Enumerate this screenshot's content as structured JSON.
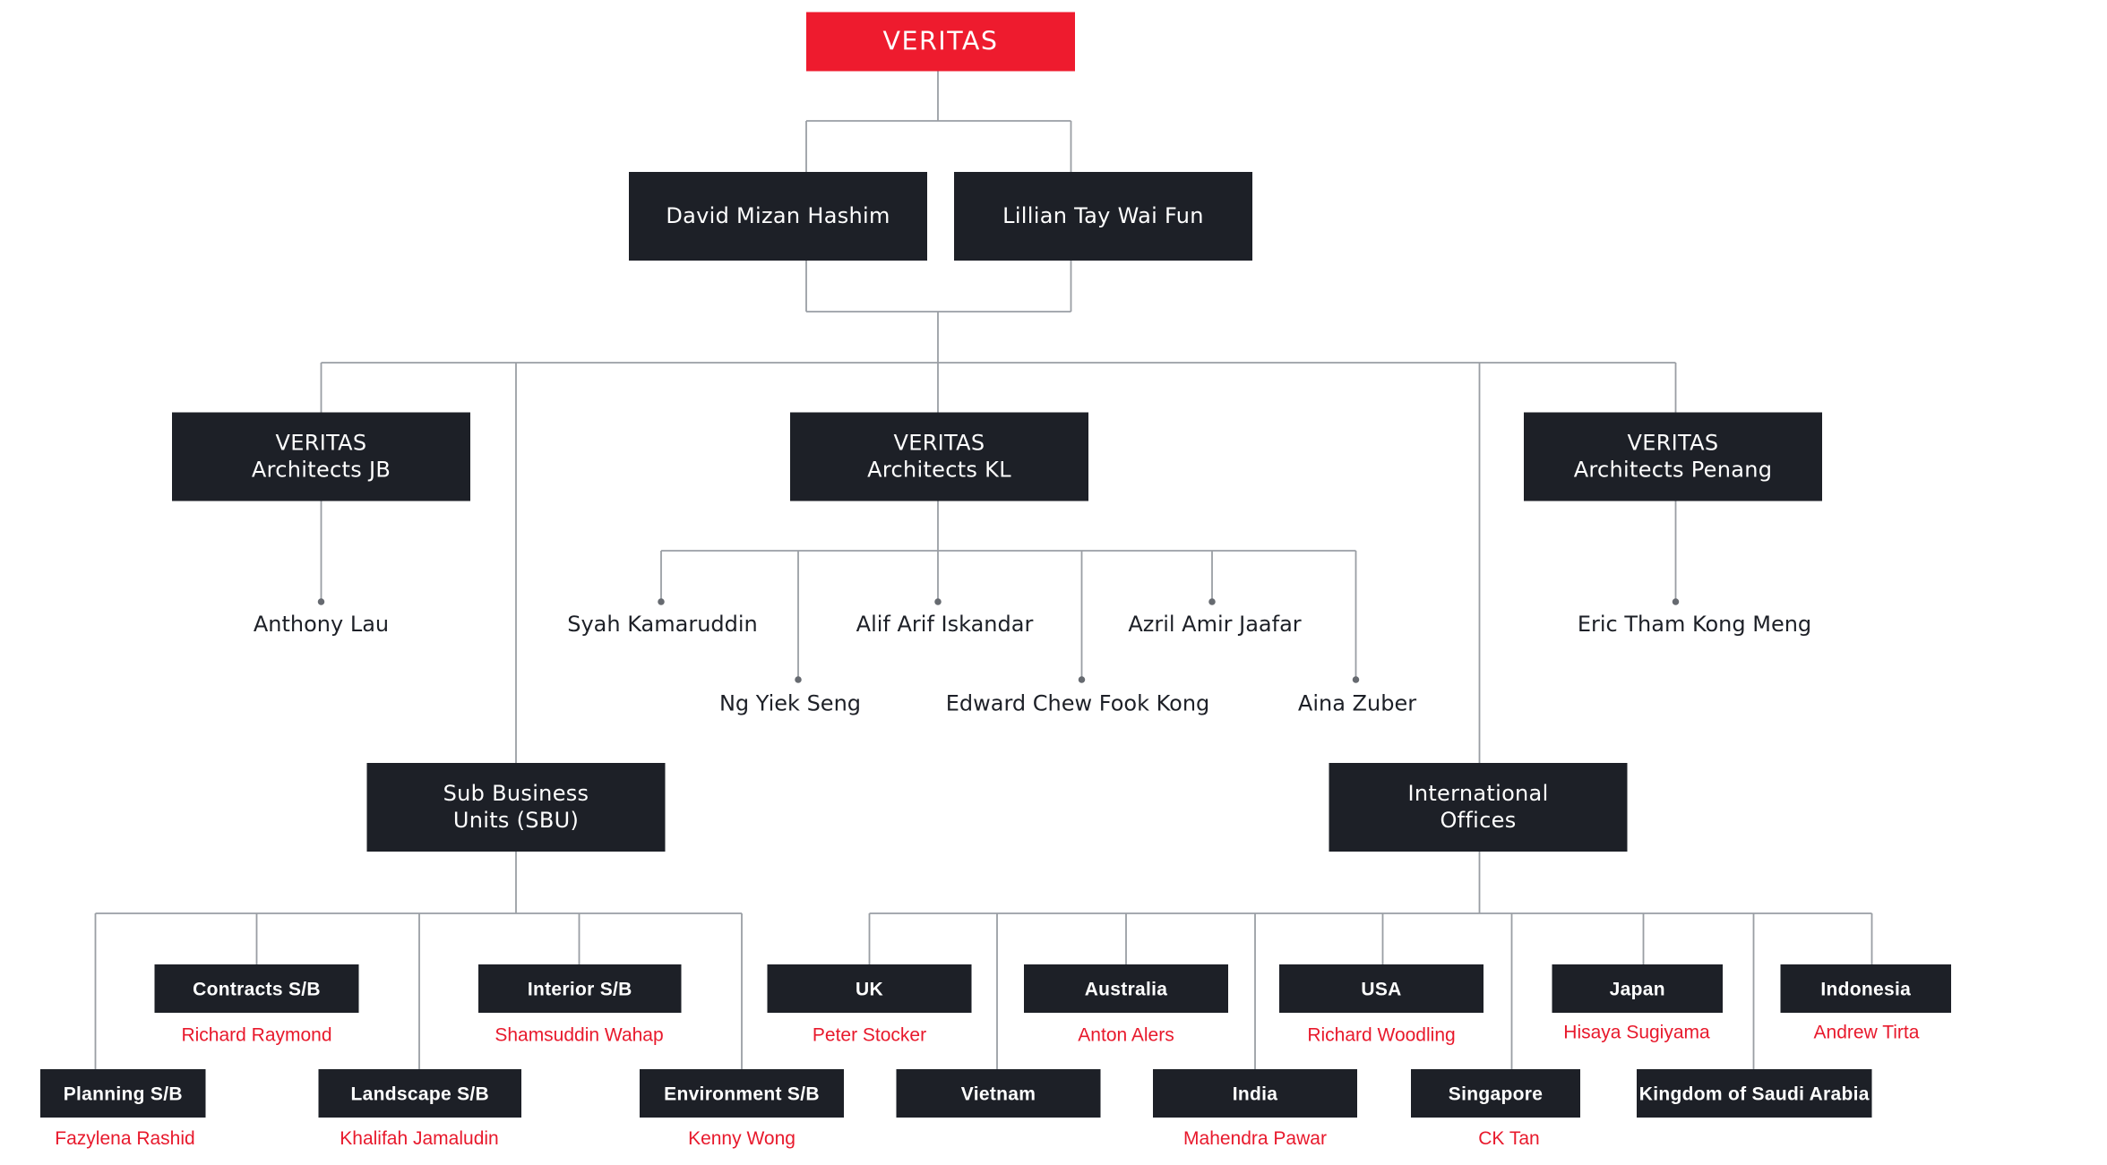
{
  "org": {
    "root": "VERITAS",
    "founders": [
      "David Mizan Hashim",
      "Lillian Tay Wai Fun"
    ],
    "jb": {
      "title": "VERITAS",
      "sub": "Architects JB",
      "person": "Anthony Lau"
    },
    "kl": {
      "title": "VERITAS",
      "sub": "Architects KL",
      "people": [
        "Syah Kamaruddin",
        "Ng Yiek Seng",
        "Alif Arif Iskandar",
        "Edward Chew Fook Kong",
        "Azril Amir Jaafar",
        "Aina Zuber"
      ]
    },
    "penang": {
      "title": "VERITAS",
      "sub": "Architects Penang",
      "person": "Eric Tham Kong Meng"
    },
    "sbu": {
      "line1": "Sub Business",
      "line2": "Units (SBU)",
      "units": [
        {
          "name": "Planning S/B",
          "person": "Fazylena Rashid"
        },
        {
          "name": "Contracts S/B",
          "person": "Richard Raymond"
        },
        {
          "name": "Landscape S/B",
          "person": "Khalifah Jamaludin"
        },
        {
          "name": "Interior S/B",
          "person": "Shamsuddin Wahap"
        },
        {
          "name": "Environment S/B",
          "person": "Kenny Wong"
        }
      ]
    },
    "intl": {
      "line1": "International",
      "line2": "Offices",
      "offices": [
        {
          "name": "UK",
          "person": "Peter Stocker"
        },
        {
          "name": "Vietnam",
          "person": ""
        },
        {
          "name": "Australia",
          "person": "Anton Alers"
        },
        {
          "name": "India",
          "person": "Mahendra Pawar"
        },
        {
          "name": "USA",
          "person": "Richard Woodling"
        },
        {
          "name": "Singapore",
          "person": "CK Tan"
        },
        {
          "name": "Japan",
          "person": "Hisaya Sugiyama"
        },
        {
          "name": "Kingdom of Saudi Arabia",
          "person": ""
        },
        {
          "name": "Indonesia",
          "person": "Andrew Tirta"
        }
      ]
    }
  },
  "colors": {
    "accent": "#ee1b2e",
    "box": "#1d2027",
    "line": "#9a9ea4",
    "red_text": "#e8192c"
  }
}
